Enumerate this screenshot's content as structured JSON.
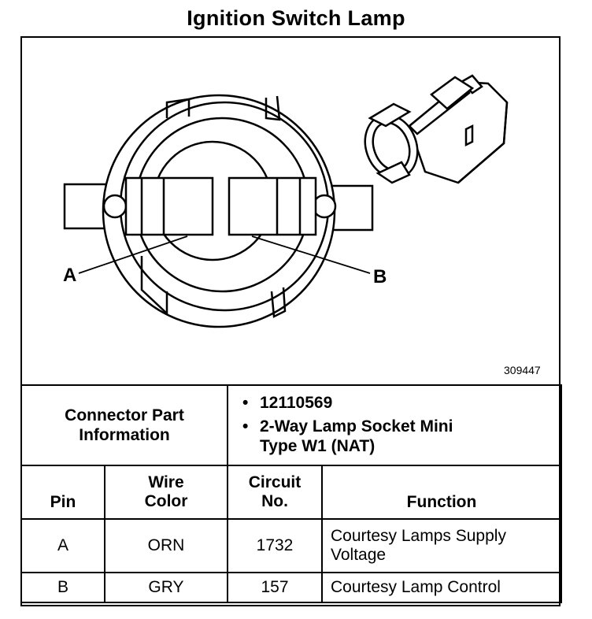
{
  "title": "Ignition Switch Lamp",
  "figure_id": "309447",
  "callouts": {
    "a": "A",
    "b": "B"
  },
  "connector_info": {
    "label_line1": "Connector Part",
    "label_line2": "Information",
    "items": [
      "12110569",
      "2-Way Lamp Socket Mini",
      "Type W1 (NAT)"
    ]
  },
  "headers": {
    "pin": "Pin",
    "wire_color_line1": "Wire",
    "wire_color_line2": "Color",
    "circuit_line1": "Circuit",
    "circuit_line2": "No.",
    "function": "Function"
  },
  "rows": [
    {
      "pin": "A",
      "wire_color": "ORN",
      "circuit": "1732",
      "function_line1": "Courtesy Lamps Supply",
      "function_line2": "Voltage"
    },
    {
      "pin": "B",
      "wire_color": "GRY",
      "circuit": "157",
      "function_line1": "Courtesy Lamp Control",
      "function_line2": ""
    }
  ]
}
